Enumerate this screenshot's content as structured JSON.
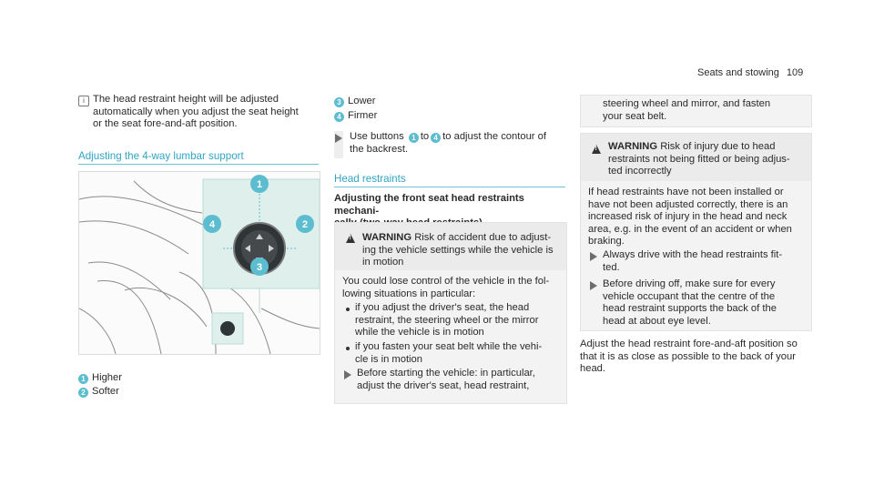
{
  "header": {
    "section": "Seats and stowing",
    "page": "109"
  },
  "col1": {
    "note": [
      "The head restraint height will be adjusted",
      "automatically when you adjust the seat height",
      "or the seat fore-and-aft position."
    ],
    "section_title": "Adjusting the 4-way lumbar support",
    "callouts": [
      "1",
      "2",
      "3",
      "4"
    ],
    "legend": [
      {
        "num": "1",
        "text": "Higher"
      },
      {
        "num": "2",
        "text": "Softer"
      }
    ]
  },
  "col2": {
    "legend": [
      {
        "num": "3",
        "text": "Lower"
      },
      {
        "num": "4",
        "text": "Firmer"
      }
    ],
    "step": {
      "pre": "Use buttons",
      "n1": "1",
      "mid": "to",
      "n2": "4",
      "post": "to adjust the contour of",
      "line2": "the backrest."
    },
    "section_title": "Head restraints",
    "sub_title": [
      "Adjusting the front seat head restraints mechani-",
      "cally (two-way head restraints)"
    ],
    "warning": {
      "label": "WARNING",
      "head": [
        "Risk of accident due to adjust-",
        "ing the vehicle settings while the vehicle is",
        "in motion"
      ],
      "body": [
        "You could lose control of the vehicle in the fol-",
        "lowing situations in particular:"
      ],
      "bullets": [
        [
          "if you adjust the driver's seat, the head",
          "restraint, the steering wheel or the mirror",
          "while the vehicle is in motion"
        ],
        [
          "if you fasten your seat belt while the vehi-",
          "cle is in motion"
        ]
      ],
      "step": [
        "Before starting the vehicle: in particular,",
        "adjust the driver's seat, head restraint,"
      ]
    }
  },
  "col3": {
    "cont": [
      "steering wheel and mirror, and fasten",
      "your seat belt."
    ],
    "warning": {
      "label": "WARNING",
      "head": [
        "Risk of injury due to head",
        "restraints not being fitted or being adjus-",
        "ted incorrectly"
      ],
      "body": [
        "If head restraints have not been installed or",
        "have not been adjusted correctly, there is an",
        "increased risk of injury in the head and neck",
        "area, e.g. in the event of an accident or when",
        "braking."
      ],
      "steps": [
        [
          "Always drive with the head restraints fit-",
          "ted."
        ],
        [
          "Before driving off, make sure for every",
          "vehicle occupant that the centre of the",
          "head restraint supports the back of the",
          "head at about eye level."
        ]
      ]
    },
    "para": [
      "Adjust the head restraint fore-and-aft position so",
      "that it is as close as possible to the back of your",
      "head."
    ]
  }
}
